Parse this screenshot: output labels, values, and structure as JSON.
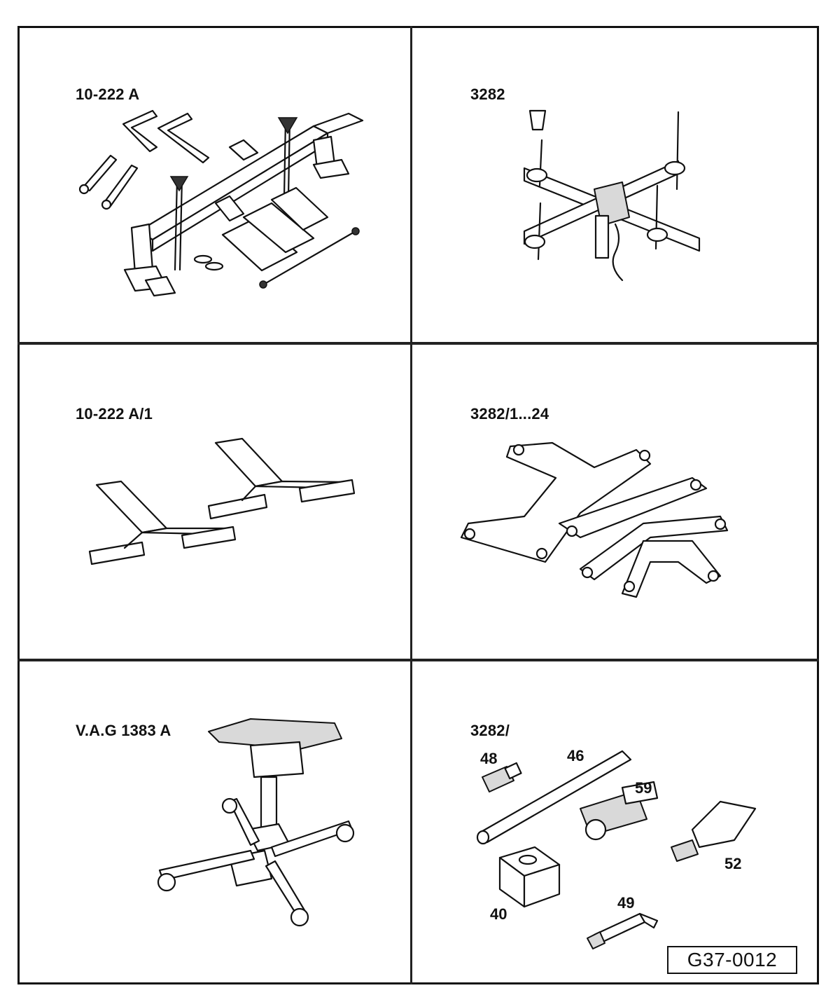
{
  "panels": [
    {
      "label": "10-222 A",
      "icon": "engine-support-bridge"
    },
    {
      "label": "3282",
      "icon": "transmission-support-plate-cross"
    },
    {
      "label": "10-222 A/1",
      "icon": "support-feet-adapters"
    },
    {
      "label": "3282/1...24",
      "icon": "adjustment-plates"
    },
    {
      "label": "V.A.G 1383 A",
      "icon": "transmission-jack"
    },
    {
      "label": "3282/",
      "icon": "adapter-parts"
    }
  ],
  "parts_3282": [
    "48",
    "46",
    "59",
    "49",
    "40",
    "52"
  ],
  "figure_code": "G37-0012"
}
